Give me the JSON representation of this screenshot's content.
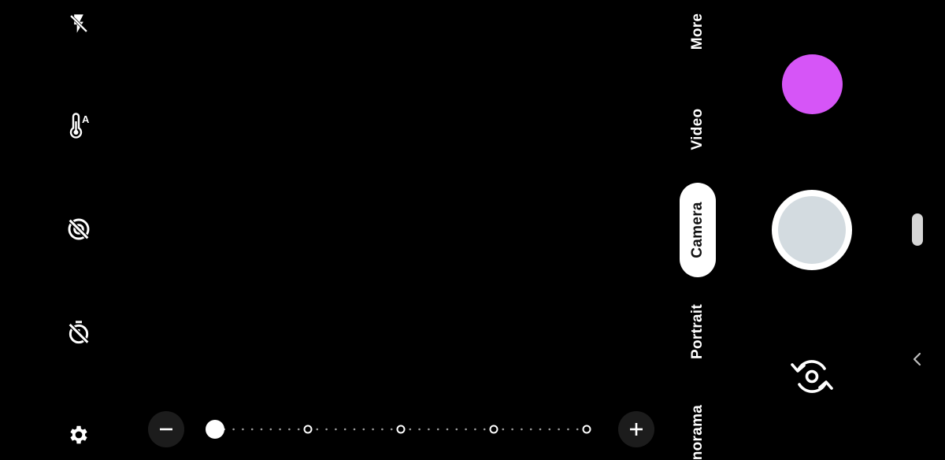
{
  "quick_settings": [
    {
      "id": "flash",
      "icon": "flash-off-icon"
    },
    {
      "id": "white_balance",
      "icon": "thermometer-auto-icon"
    },
    {
      "id": "motion",
      "icon": "motion-off-icon"
    },
    {
      "id": "timer",
      "icon": "timer-off-icon"
    },
    {
      "id": "settings",
      "icon": "gear-icon"
    }
  ],
  "zoom": {
    "minus_icon": "minus-icon",
    "plus_icon": "plus-icon",
    "level": 0,
    "stops": 5
  },
  "modes": {
    "more": "More",
    "video": "Video",
    "camera": "Camera",
    "portrait": "Portrait",
    "panorama": "Panorama",
    "active": "camera"
  },
  "colors": {
    "gallery_thumb": "#d655f7",
    "shutter_inner": "#d3dbe0",
    "shutter_ring": "#ffffff",
    "background": "#000000"
  },
  "icons": {
    "switch_camera": "switch-camera-icon",
    "back": "chevron-left-icon",
    "handle": "drag-handle-icon"
  }
}
